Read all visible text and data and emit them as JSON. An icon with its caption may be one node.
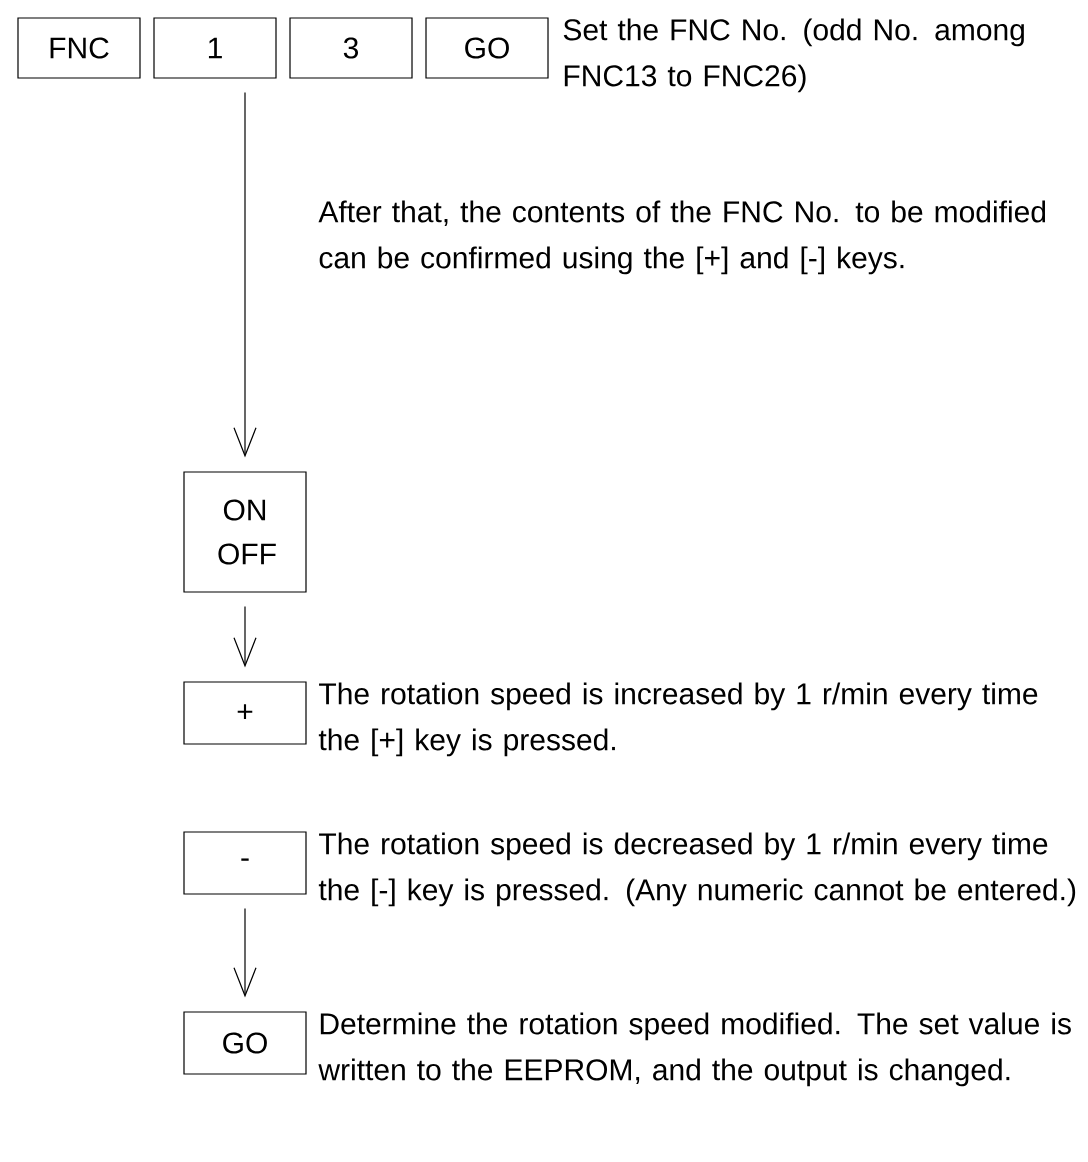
{
  "diagram": {
    "nodes": [
      {
        "text": [
          "FNC"
        ]
      },
      {
        "text": [
          "1"
        ]
      },
      {
        "text": [
          "3"
        ]
      },
      {
        "text": [
          "GO"
        ],
        "beside": [
          "Set the FNC No. (odd No. among FNC13 to FNC26)"
        ]
      },
      {
        "text": [
          "ON OFF"
        ]
      },
      {
        "text": [
          "+"
        ],
        "beside": [
          "The rotation speed is increased by 1 r/min every time the [+] key is pressed."
        ]
      },
      {
        "text": [
          "-"
        ],
        "beside": [
          "The rotation speed is decreased by 1 r/min every time the [-] key is pressed. (Any numeric cannot be entered.)"
        ]
      },
      {
        "text": [
          "GO"
        ],
        "beside": [
          "Determine the rotation speed modified. The set value is written to the EEPROM, and the output is changed."
        ]
      }
    ],
    "edges": [
      {
        "from": 1,
        "to": 4,
        "arrow": "to"
      },
      {
        "from": 4,
        "to": 5,
        "arrow": "to"
      },
      {
        "from": 6,
        "to": 7,
        "arrow": "to"
      }
    ],
    "labels": [
      "After that, the contents of the FNC No. to be modified can be confirmed using the [+] and [-] keys."
    ]
  }
}
